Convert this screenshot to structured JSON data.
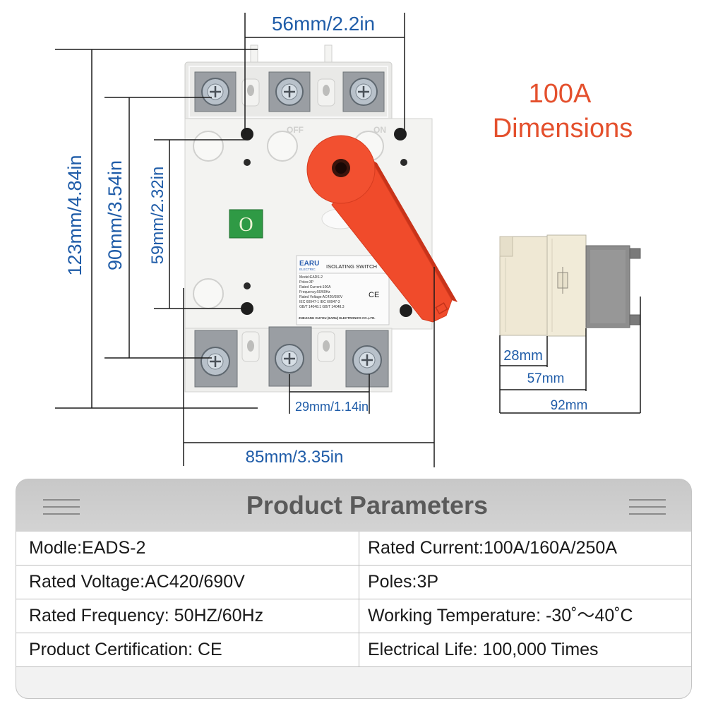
{
  "headline": {
    "current": "100A",
    "title": "Dimensions"
  },
  "front_view": {
    "dimensions": {
      "terminal_span": "56mm/2.2in",
      "overall_height": "123mm/4.84in",
      "mounting_height": "90mm/3.54in",
      "hole_spacing": "59mm/2.32in",
      "pole_pitch": "29mm/1.14in",
      "overall_width": "85mm/3.35in"
    },
    "markings": {
      "off": "OFF",
      "on": "ON",
      "indicator": "O"
    },
    "nameplate": {
      "brand": "EARU",
      "brand_sub": "ELECTRIC",
      "product": "ISOLATING SWITCH",
      "specs": [
        "Model:EADS-2",
        "Poles:3P",
        "Rated Current:100A",
        "Frequency:50/60Hz",
        "Rated Voltage:AC420/690V",
        "IEC 60947-1    IEC 60947-3",
        "GB/T 14048.1   GB/T 14048.3"
      ],
      "cert": "CE",
      "manufacturer": "ZHEJIANG OUYOU (EARU) ELECTRONICS CO.,LTD."
    }
  },
  "side_view": {
    "dimensions": {
      "base_depth": "28mm",
      "body_depth": "57mm",
      "overall_depth": "92mm"
    }
  },
  "parameters": {
    "title": "Product Parameters",
    "rows": [
      {
        "left": "Modle:EADS-2",
        "right": "Rated Current:100A/160A/250A"
      },
      {
        "left": "Rated Voltage:AC420/690V",
        "right": "Poles:3P"
      },
      {
        "left": "Rated Frequency: 50HZ/60Hz",
        "right": "Working Temperature: -30˚～40˚C"
      },
      {
        "left": "Product Certification: CE",
        "right": "Electrical Life: 100,000 Times"
      }
    ]
  },
  "colors": {
    "headline": "#e4502d",
    "dimension_text": "#1f5ca8",
    "handle": "#f04b2b",
    "indicator": "#2f9a45",
    "switch_body": "#f3f3f1",
    "side_body": "#efe8d4",
    "side_handle": "#8d8d8d"
  }
}
